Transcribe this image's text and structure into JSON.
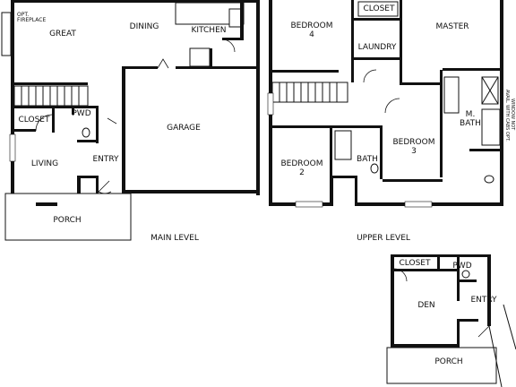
{
  "main_level": {
    "caption": "MAIN LEVEL",
    "rooms": {
      "great": "GREAT",
      "opt_fireplace_1": "OPT.",
      "opt_fireplace_2": "FIREPLACE",
      "dining": "DINING",
      "kitchen": "KITCHEN",
      "garage": "GARAGE",
      "closet": "CLOSET",
      "pwd": "PWD",
      "living": "LIVING",
      "entry": "ENTRY",
      "porch": "PORCH"
    }
  },
  "upper_level": {
    "caption": "UPPER LEVEL",
    "rooms": {
      "bedroom4_line1": "BEDROOM",
      "bedroom4_line2": "4",
      "closet": "CLOSET",
      "master": "MASTER",
      "laundry": "LAUNDRY",
      "m_bath_line1": "M.",
      "m_bath_line2": "BATH",
      "window_note_1": "WINDOW NOT",
      "window_note_2": "AVAIL. WITH CABS OPT.",
      "bedroom3_line1": "BEDROOM",
      "bedroom3_line2": "3",
      "bedroom2_line1": "BEDROOM",
      "bedroom2_line2": "2",
      "bath": "BATH"
    }
  },
  "alt_main": {
    "rooms": {
      "closet": "CLOSET",
      "pwd": "PWD",
      "den": "DEN",
      "entry": "ENTRY",
      "porch": "PORCH"
    }
  }
}
